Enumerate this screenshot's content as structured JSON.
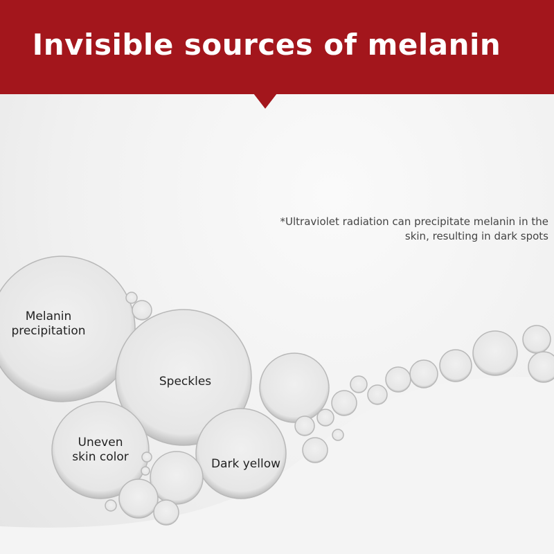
{
  "header": {
    "title": "Invisible sources of melanin",
    "color": "#a3161c"
  },
  "note": "*Ultraviolet radiation can precipitate melanin in the skin, resulting in dark spots",
  "bubbles": [
    {
      "label": "Melanin precipitation"
    },
    {
      "label": "Speckles"
    },
    {
      "label": "Uneven skin color"
    },
    {
      "label": "Dark yellow"
    }
  ]
}
